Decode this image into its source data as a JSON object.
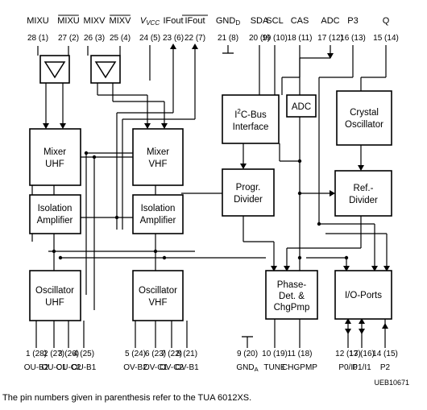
{
  "top_pins": [
    {
      "name": "MIXU",
      "over": false,
      "num": "28",
      "alt": "(1)"
    },
    {
      "name": "MIXU",
      "over": true,
      "num": "27",
      "alt": "(2)"
    },
    {
      "name": "MIXV",
      "over": false,
      "num": "26",
      "alt": "(3)"
    },
    {
      "name": "MIXV",
      "over": true,
      "num": "25",
      "alt": "(4)"
    },
    {
      "name": "VVCC",
      "over": false,
      "num": "24",
      "alt": "(5)"
    },
    {
      "name": "IFout",
      "over": false,
      "num": "23",
      "alt": "(6)"
    },
    {
      "name": "IFout",
      "over": true,
      "num": "22",
      "alt": "(7)"
    },
    {
      "name": "GNDD",
      "over": false,
      "num": "21",
      "alt": "(8)"
    },
    {
      "name": "SDA",
      "over": false,
      "num": "20",
      "alt": "(9)"
    },
    {
      "name": "SCL",
      "over": false,
      "num": "19",
      "alt": "(10)"
    },
    {
      "name": "CAS",
      "over": false,
      "num": "18",
      "alt": "(11)"
    },
    {
      "name": "ADC",
      "over": false,
      "num": "17",
      "alt": "(12)"
    },
    {
      "name": "P3",
      "over": false,
      "num": "16",
      "alt": "(13)"
    },
    {
      "name": "Q",
      "over": false,
      "num": "15",
      "alt": "(14)"
    }
  ],
  "bottom_pins": [
    {
      "num": "1",
      "alt": "(28)"
    },
    {
      "num": "2",
      "alt": "(27)"
    },
    {
      "num": "3",
      "alt": "(26)"
    },
    {
      "num": "4",
      "alt": "(25)"
    },
    {
      "num": "5",
      "alt": "(24)"
    },
    {
      "num": "6",
      "alt": "(23)"
    },
    {
      "num": "7",
      "alt": "(22)"
    },
    {
      "num": "8",
      "alt": "(21)"
    },
    {
      "num": "9",
      "alt": "(20)"
    },
    {
      "num": "10",
      "alt": "(19)"
    },
    {
      "num": "11",
      "alt": "(18)"
    },
    {
      "num": "12",
      "alt": "(17)"
    },
    {
      "num": "13",
      "alt": "(16)"
    },
    {
      "num": "14",
      "alt": "(15)"
    }
  ],
  "bottom_labels": [
    "OU-B2",
    "OU-C1",
    "OU-C2",
    "OU-B1",
    "OV-B2",
    "OV-C1",
    "OV-C2",
    "OV-B1",
    "GNDA",
    "TUNE",
    "CHGPMP",
    "P0/I0",
    "P1/I1",
    "P2"
  ],
  "blocks": {
    "mixer_uhf": [
      "Mixer",
      "UHF"
    ],
    "mixer_vhf": [
      "Mixer",
      "VHF"
    ],
    "iso_uhf": [
      "Isolation",
      "Amplifier"
    ],
    "iso_vhf": [
      "Isolation",
      "Amplifier"
    ],
    "osc_uhf": [
      "Oscillator",
      "UHF"
    ],
    "osc_vhf": [
      "Oscillator",
      "VHF"
    ],
    "i2c": [
      "I2C-Bus",
      "Interface"
    ],
    "adc": [
      "ADC"
    ],
    "crystal": [
      "Crystal",
      "Oscillator"
    ],
    "prog_div": [
      "Progr.",
      "Divider"
    ],
    "ref_div": [
      "Ref.-",
      "Divider"
    ],
    "phase_det": [
      "Phase-",
      "Det. &",
      "ChgPmp"
    ],
    "io_ports": [
      "I/O-Ports"
    ]
  },
  "figure_id": "UEB10671",
  "caption": "The pin numbers given in parenthesis refer to the TUA 6012XS."
}
